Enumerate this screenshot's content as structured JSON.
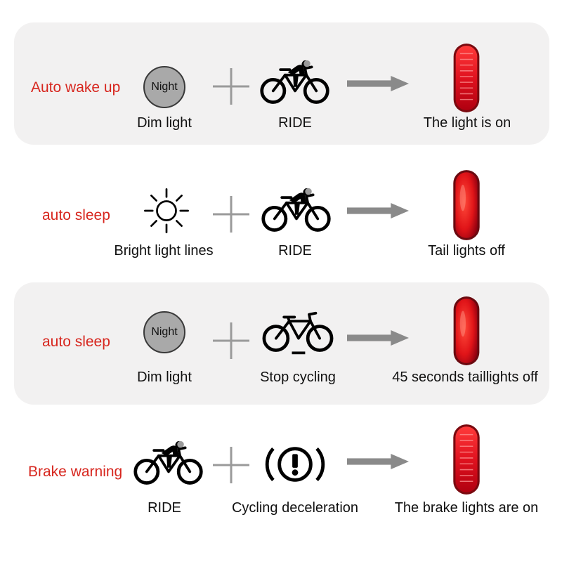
{
  "rows": [
    {
      "label": "Auto wake up",
      "condition_icon": "night-icon",
      "condition_text": "Night",
      "condition_caption": "Dim light",
      "action_icon": "cyclist-icon",
      "action_caption": "RIDE",
      "result_icon": "taillight-on-icon",
      "result_caption": "The light is on"
    },
    {
      "label": "auto sleep",
      "condition_icon": "sun-icon",
      "condition_caption": "Bright light lines",
      "action_icon": "cyclist-icon",
      "action_caption": "RIDE",
      "result_icon": "taillight-off-icon",
      "result_caption": "Tail lights off"
    },
    {
      "label": "auto sleep",
      "condition_icon": "night-icon",
      "condition_text": "Night",
      "condition_caption": "Dim light",
      "action_icon": "bicycle-icon",
      "action_caption": "Stop cycling",
      "result_icon": "taillight-off-icon",
      "result_caption": "45 seconds taillights off"
    },
    {
      "label": "Brake warning",
      "condition_icon": "cyclist-icon",
      "condition_caption": "RIDE",
      "action_icon": "brake-warning-icon",
      "action_caption": "Cycling deceleration",
      "result_icon": "taillight-on-icon",
      "result_caption": "The brake lights are on"
    }
  ],
  "colors": {
    "label": "#d7261e",
    "panel": "#f2f1f1",
    "light_red": "#e0121f",
    "arrow": "#8a8a8a"
  }
}
